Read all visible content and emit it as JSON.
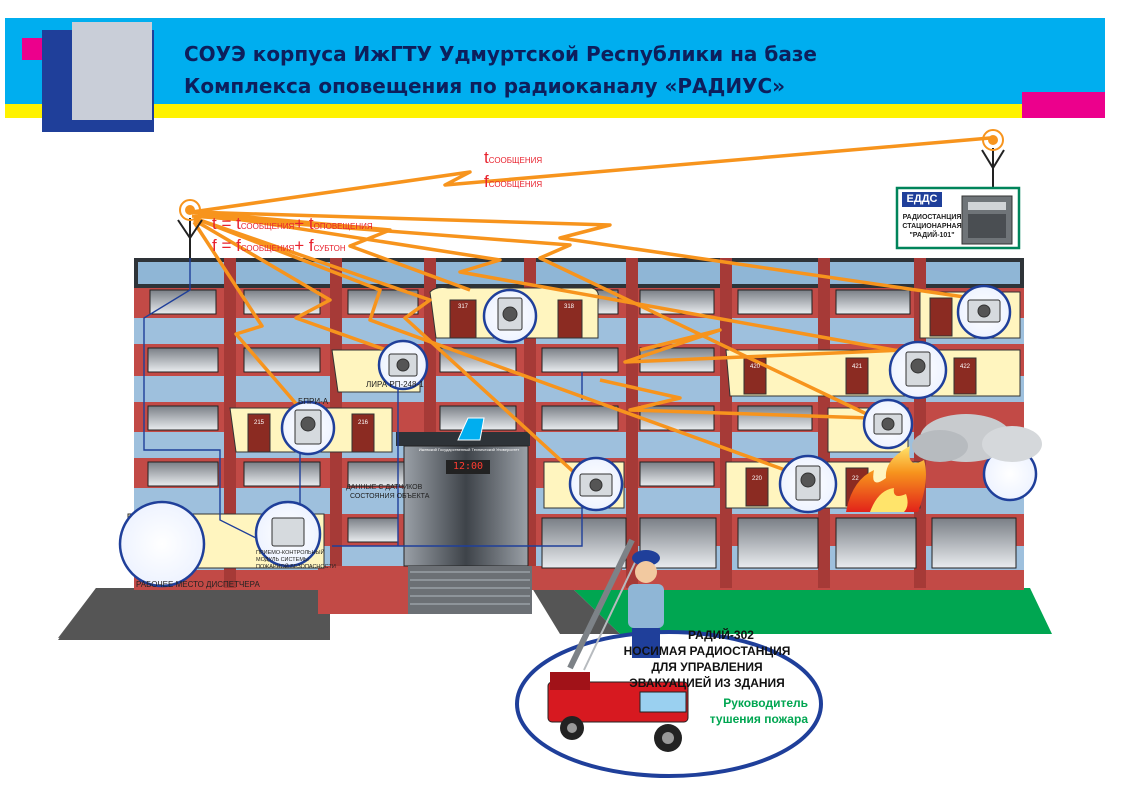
{
  "header": {
    "title_line1": "СОУЭ корпуса ИжГТУ Удмуртской Республики на базе",
    "title_line2": "Комплекса оповещения по радиоканалу «РАДИУС»",
    "colors": {
      "blue": "#00aeef",
      "yellow": "#fff200",
      "magenta": "#ec008c",
      "navy": "#1f3f9a",
      "grey": "#c9ced8"
    }
  },
  "signal": {
    "t_main": "t",
    "t_sub": "СООБЩЕНИЯ",
    "f_main": "f",
    "f_sub": "СООБЩЕНИЯ",
    "formula_t": "t = t",
    "formula_t_sub1": "СООБЩЕНИЯ",
    "formula_t_plus": "+ t",
    "formula_t_sub2": "ОПОВЕЩЕНИЯ",
    "formula_f": "f = f",
    "formula_f_sub1": "СООБЩЕНИЯ",
    "formula_f_plus": "+ f",
    "formula_f_sub2": "СУБТОН",
    "color_text": "#e8222e",
    "color_ray": "#f7941d"
  },
  "edds": {
    "badge": "ЕДДС",
    "caption_line1": "РАДИОСТАНЦИЯ",
    "caption_line2": "СТАЦИОНАРНАЯ",
    "caption_line3": "\"РАДИЙ-101\""
  },
  "rooms": {
    "r317": "317",
    "r318": "318",
    "r420": "420",
    "r421": "421",
    "r422": "422",
    "r215": "215",
    "r216": "216",
    "r220": "220",
    "r221": "22"
  },
  "devices": {
    "lira": "ЛИРА РП-248-1",
    "bpri": "БПРИ-А",
    "sensors_line1": "ДАННЫЕ С ДАТЧИКОВ",
    "sensors_line2": "СОСТОЯНИЯ ОБЪЕКТА",
    "module_line1": "ПРИЕМО-КОНТРОЛЬНЫЙ",
    "module_line2": "МОДУЛЬ СИСТЕМЫ",
    "module_line3": "ПОЖАРНОЙ БЕЗОПАСНОСТИ",
    "dispatcher": "РАБОЧЕЕ МЕСТО ДИСПЕТЧЕРА"
  },
  "entrance": {
    "clock": "12:00",
    "sign": "Ижевский Государственный Технический Университет"
  },
  "portable": {
    "line1": "РАДИЙ-302",
    "line2": "НОСИМАЯ РАДИОСТАНЦИЯ",
    "line3": "ДЛЯ УПРАВЛЕНИЯ",
    "line4": "ЭВАКУАЦИЕЙ ИЗ ЗДАНИЯ",
    "leader1": "Руководитель",
    "leader2": "тушения пожара",
    "leader_color": "#00a651"
  }
}
